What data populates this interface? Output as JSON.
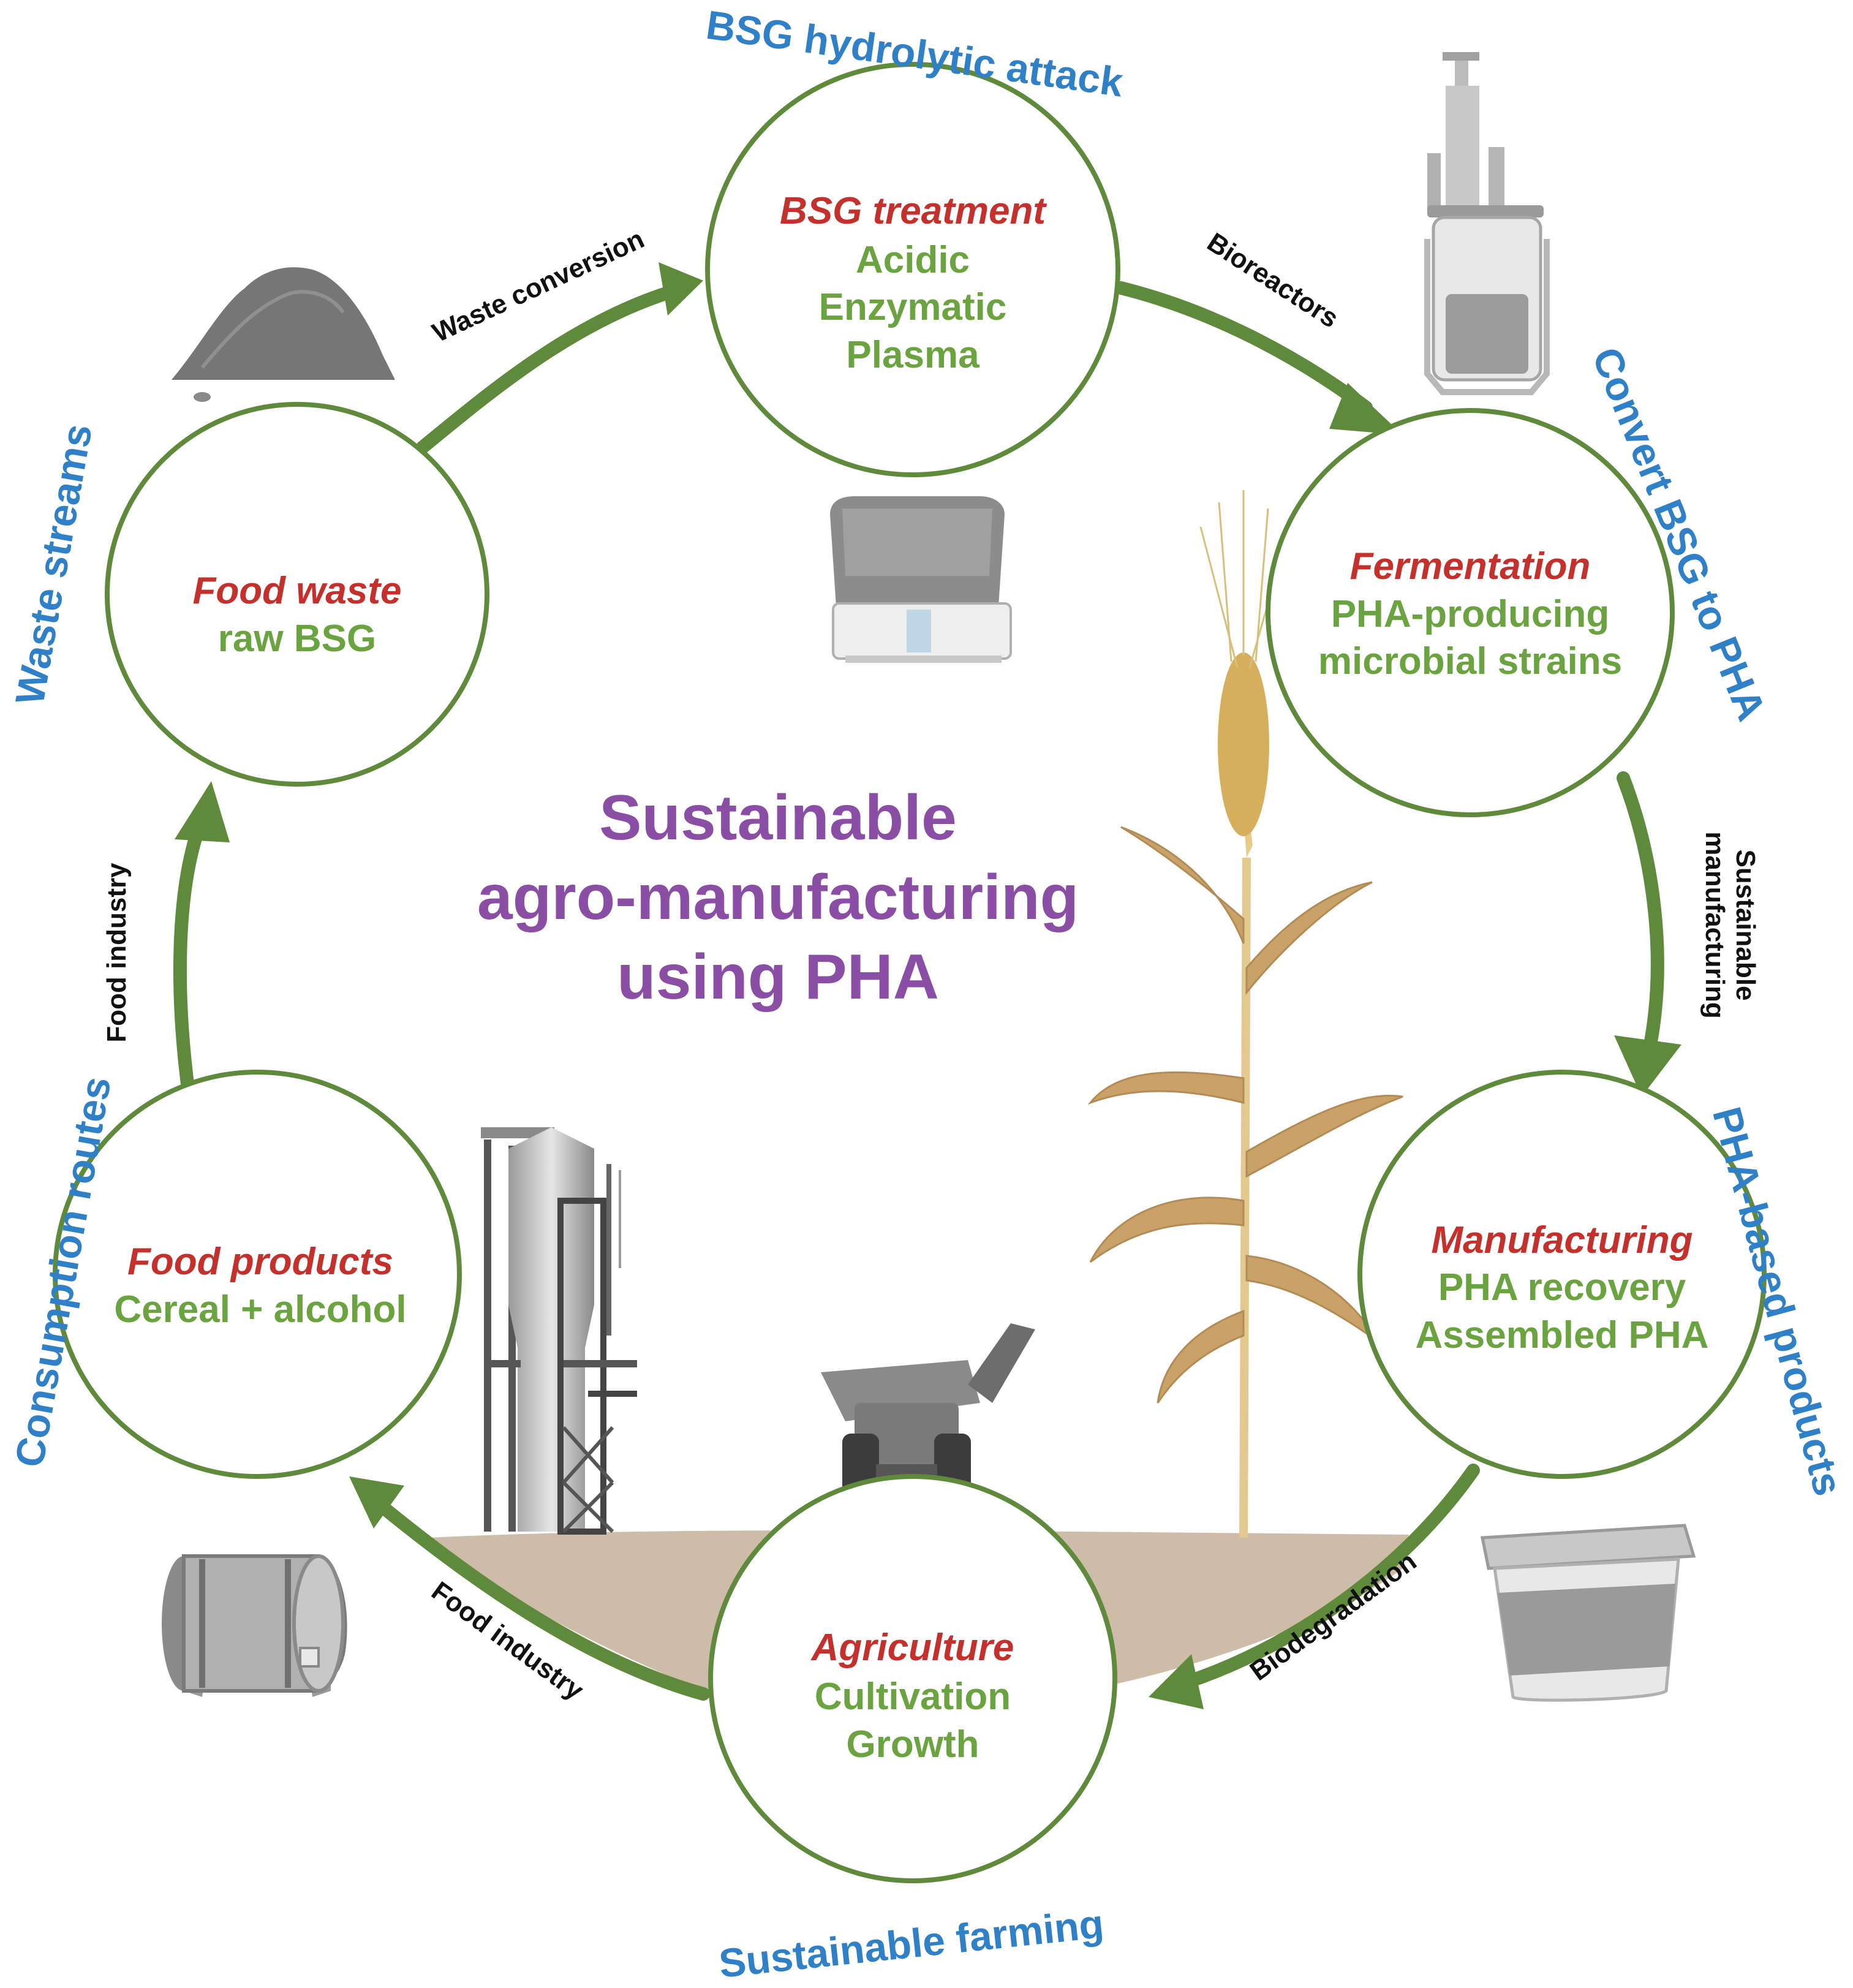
{
  "center_title": [
    "Sustainable",
    "agro-manufacturing",
    "using PHA"
  ],
  "colors": {
    "ring_green": "#5f8a3c",
    "node_title_red": "#c4302b",
    "node_text_green": "#6aa33f",
    "stage_blue": "#2f80c7",
    "center_purple": "#8a4fa5",
    "soil": "#cdbca8"
  },
  "nodes": {
    "bsg_treatment": {
      "title": "BSG treatment",
      "lines": [
        "Acidic",
        "Enzymatic",
        "Plasma"
      ]
    },
    "fermentation": {
      "title": "Fermentation",
      "lines": [
        "PHA-producing",
        "microbial strains"
      ]
    },
    "manufacturing": {
      "title": "Manufacturing",
      "lines": [
        "PHA recovery",
        "Assembled PHA"
      ]
    },
    "agriculture": {
      "title": "Agriculture",
      "lines": [
        "Cultivation",
        "Growth"
      ]
    },
    "food_products": {
      "title": "Food products",
      "lines": [
        "Cereal + alcohol"
      ]
    },
    "food_waste": {
      "title": "Food waste",
      "lines": [
        "raw BSG"
      ]
    }
  },
  "stage_labels": {
    "top": "BSG hydrolytic attack",
    "upper_right": "Convert BSG to PHA",
    "lower_right": "PHA-based products",
    "bottom": "Sustainable farming",
    "lower_left": "Consumption routes",
    "upper_left": "Waste streams"
  },
  "arrow_labels": {
    "waste_conversion": "Waste conversion",
    "bioreactors": "Bioreactors",
    "sustainable_manufacturing": [
      "Sustainable",
      "manufacturing"
    ],
    "biodegradation": "Biodegradation",
    "food_industry_bottom": "Food industry",
    "food_industry_left": "Food industry"
  },
  "icons": [
    "bsg-pile-icon",
    "bioreactor-icon",
    "lab-instrument-icon",
    "wheat-plant-icon",
    "silo-tower-icon",
    "grain-cart-icon",
    "barrel-icon",
    "container-cup-icon"
  ]
}
